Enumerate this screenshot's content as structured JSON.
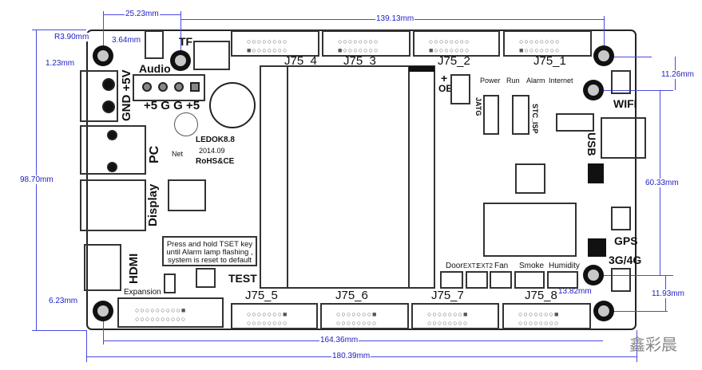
{
  "dimensions": {
    "d1": "25.23mm",
    "d2": "139.13mm",
    "d3": "R3.90mm",
    "d4": "3.64mm",
    "d5": "1.23mm",
    "d6": "98.70mm",
    "d7": "6.23mm",
    "d8": "164.36mm",
    "d9": "180.39mm",
    "d10": "11.26mm",
    "d11": "60.33mm",
    "d12": "11.93mm",
    "d13": "13.82mm"
  },
  "connectors": {
    "top": [
      "J75_4",
      "J75_3",
      "J75_2",
      "J75_1"
    ],
    "bottom": [
      "J75_5",
      "J75_6",
      "J75_7",
      "J75_8"
    ],
    "expansion": "Expansion"
  },
  "labels": {
    "tf": "TF",
    "audio": "Audio",
    "gnd_5v": "GND +5V",
    "pins": "+5 G G +5",
    "pc": "PC",
    "display": "Display",
    "hdmi": "HDMI",
    "net": "Net",
    "model": "LEDOK8.8",
    "date": "2014.09",
    "cert": "RoHS&CE",
    "note": "Press and hold TSET key until Alarm lamp flashing , system is reset to default",
    "test": "TEST",
    "oe": "OE",
    "plus": "+",
    "jatg": "JATG",
    "stc_isp": "STC_ISP",
    "usb": "USB",
    "wifi": "WIFI",
    "gps": "GPS",
    "g34": "3G/4G"
  },
  "leds": [
    "Power",
    "Run",
    "Alarm",
    "Internet"
  ],
  "ports": [
    "Door",
    "EXT1",
    "EXT2",
    "Fan",
    "Smoke",
    "Humidity"
  ],
  "watermark": "鑫彩晨"
}
